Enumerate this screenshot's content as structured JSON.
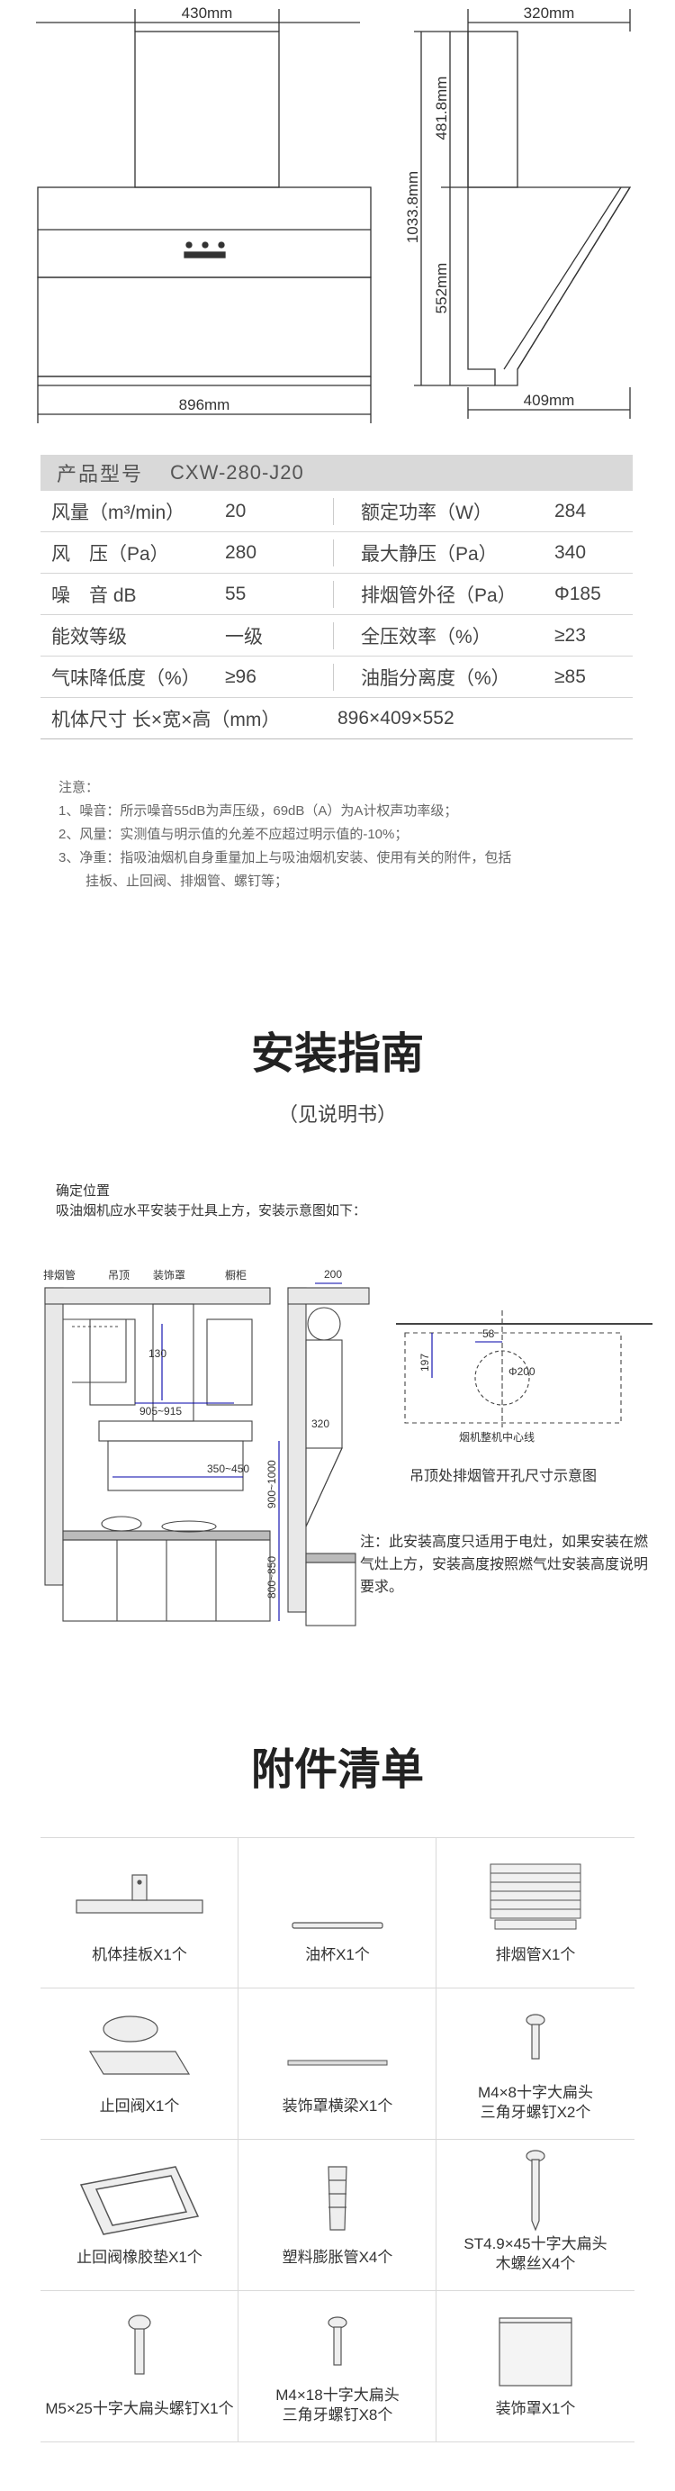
{
  "dimensions": {
    "top_width": "430mm",
    "body_width": "896mm",
    "side_depth": "320mm",
    "side_bottom": "409mm",
    "total_height": "1033.8mm",
    "upper_height": "481.8mm",
    "lower_height": "552mm"
  },
  "spec": {
    "header_label": "产品型号",
    "model": "CXW-280-J20",
    "rows": [
      {
        "k1": "风量（m³/min）",
        "v1": "20",
        "k2": "额定功率（W）",
        "v2": "284"
      },
      {
        "k1": "风　压（Pa）",
        "v1": "280",
        "k2": "最大静压（Pa）",
        "v2": "340"
      },
      {
        "k1": "噪　音 dB",
        "v1": "55",
        "k2": "排烟管外径（Pa）",
        "v2": "Φ185"
      },
      {
        "k1": "能效等级",
        "v1": "一级",
        "k2": "全压效率（%）",
        "v2": "≥23"
      },
      {
        "k1": "气味降低度（%）",
        "v1": "≥96",
        "k2": "油脂分离度（%）",
        "v2": "≥85"
      }
    ],
    "size_label": "机体尺寸 长×宽×高（mm）",
    "size_value": "896×409×552"
  },
  "notes": [
    "注意：",
    "1、噪音：所示噪音55dB为声压级，69dB（A）为A计权声功率级；",
    "2、风量：实测值与明示值的允差不应超过明示值的-10%；",
    "3、净重：指吸油烟机自身重量加上与吸油烟机安装、使用有关的附件，包括",
    "　　挂板、止回阀、排烟管、螺钉等；"
  ],
  "install": {
    "title": "安装指南",
    "subtitle": "（见说明书）",
    "position_title": "确定位置",
    "position_desc": "吸油烟机应水平安装于灶具上方，安装示意图如下：",
    "labels": {
      "exhaust_pipe": "排烟管",
      "ceiling": "吊顶",
      "cover": "装饰罩",
      "cabinet": "橱柜",
      "d130": "130",
      "d905": "905~915",
      "d900": "900~1000",
      "d350": "350~450",
      "d800": "800~850",
      "d200": "200",
      "d320": "320",
      "d58": "58",
      "d197": "197",
      "phi200": "Φ200",
      "center_line": "烟机整机中心线"
    },
    "hole_caption": "吊顶处排烟管开孔尺寸示意图",
    "note": "注：此安装高度只适用于电灶，如果安装在燃气灶上方，安装高度按照燃气灶安装高度说明要求。"
  },
  "accessories": {
    "title": "附件清单",
    "items": [
      {
        "line1": "机体挂板X1个",
        "line2": ""
      },
      {
        "line1": "油杯X1个",
        "line2": ""
      },
      {
        "line1": "排烟管X1个",
        "line2": ""
      },
      {
        "line1": "止回阀X1个",
        "line2": ""
      },
      {
        "line1": "装饰罩横梁X1个",
        "line2": ""
      },
      {
        "line1": "M4×8十字大扁头",
        "line2": "三角牙螺钉X2个"
      },
      {
        "line1": "止回阀橡胶垫X1个",
        "line2": ""
      },
      {
        "line1": "塑料膨胀管X4个",
        "line2": ""
      },
      {
        "line1": "ST4.9×45十字大扁头",
        "line2": "木螺丝X4个"
      },
      {
        "line1": "M5×25十字大扁头螺钉X1个",
        "line2": ""
      },
      {
        "line1": "M4×18十字大扁头",
        "line2": "三角牙螺钉X8个"
      },
      {
        "line1": "装饰罩X1个",
        "line2": ""
      }
    ]
  }
}
